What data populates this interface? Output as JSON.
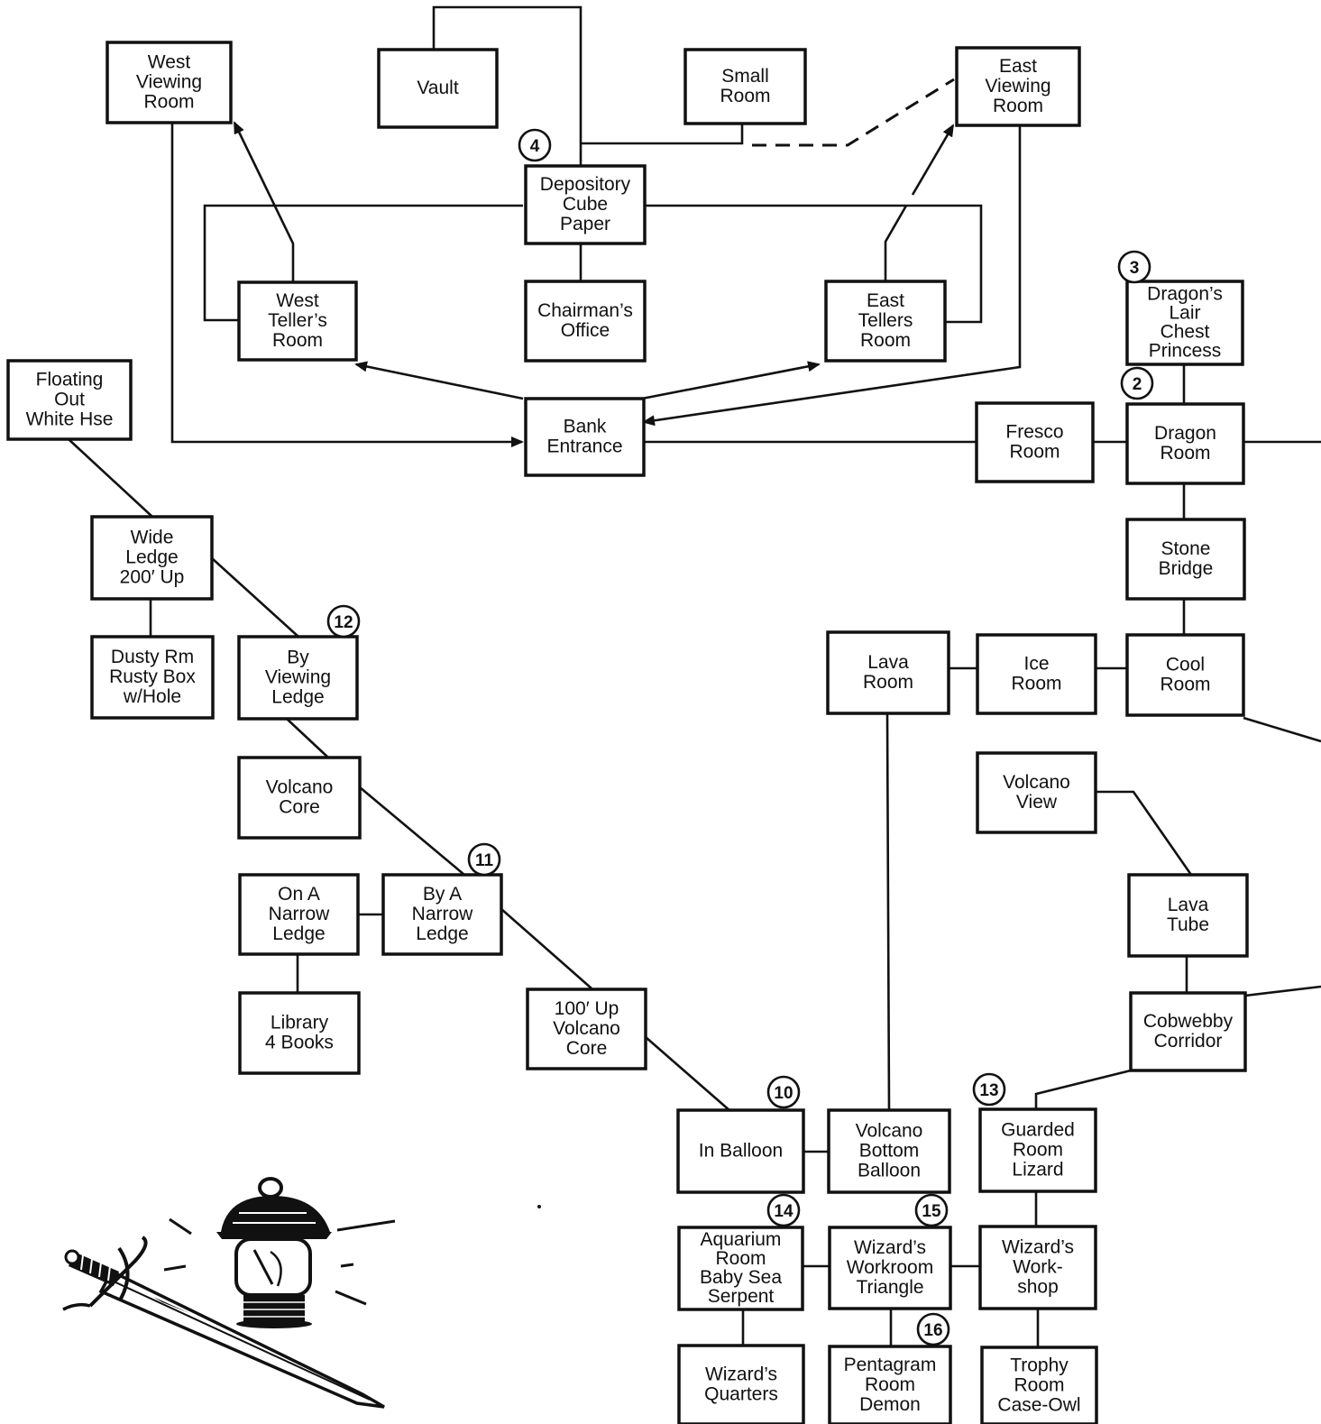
{
  "rooms": {
    "west_viewing": [
      "West",
      "Viewing",
      "Room"
    ],
    "vault": [
      "Vault"
    ],
    "small_room": [
      "Small",
      "Room"
    ],
    "east_viewing": [
      "East",
      "Viewing",
      "Room"
    ],
    "depository": [
      "Depository",
      "Cube",
      "Paper"
    ],
    "west_teller": [
      "West",
      "Teller’s",
      "Room"
    ],
    "chairman": [
      "Chairman’s",
      "Office"
    ],
    "east_tellers": [
      "East",
      "Tellers",
      "Room"
    ],
    "dragons_lair": [
      "Dragon’s",
      "Lair",
      "Chest",
      "Princess"
    ],
    "floating_out": [
      "Floating",
      "Out",
      "White Hse"
    ],
    "bank_entrance": [
      "Bank",
      "Entrance"
    ],
    "fresco": [
      "Fresco",
      "Room"
    ],
    "dragon_room": [
      "Dragon",
      "Room"
    ],
    "wide_ledge": [
      "Wide",
      "Ledge",
      "200′ Up"
    ],
    "stone_bridge": [
      "Stone",
      "Bridge"
    ],
    "dusty_rm": [
      "Dusty Rm",
      "Rusty Box",
      "w/Hole"
    ],
    "by_viewing_ledge": [
      "By",
      "Viewing",
      "Ledge"
    ],
    "lava_room": [
      "Lava",
      "Room"
    ],
    "ice_room": [
      "Ice",
      "Room"
    ],
    "cool_room": [
      "Cool",
      "Room"
    ],
    "volcano_core": [
      "Volcano",
      "Core"
    ],
    "volcano_view": [
      "Volcano",
      "View"
    ],
    "on_narrow_ledge": [
      "On A",
      "Narrow",
      "Ledge"
    ],
    "by_narrow_ledge": [
      "By A",
      "Narrow",
      "Ledge"
    ],
    "lava_tube": [
      "Lava",
      "Tube"
    ],
    "library": [
      "Library",
      "4 Books"
    ],
    "up_100": [
      "100′ Up",
      "Volcano",
      "Core"
    ],
    "cobwebby": [
      "Cobwebby",
      "Corridor"
    ],
    "in_balloon": [
      "In Balloon"
    ],
    "volcano_bottom": [
      "Volcano",
      "Bottom",
      "Balloon"
    ],
    "guarded_room": [
      "Guarded",
      "Room",
      "Lizard"
    ],
    "aquarium": [
      "Aquarium",
      "Room",
      "Baby Sea",
      "Serpent"
    ],
    "workroom": [
      "Wizard’s",
      "Workroom",
      "Triangle"
    ],
    "workshop": [
      "Wizard’s",
      "Work-",
      "shop"
    ],
    "quarters": [
      "Wizard’s",
      "Quarters"
    ],
    "pentagram": [
      "Pentagram",
      "Room",
      "Demon"
    ],
    "trophy": [
      "Trophy",
      "Room",
      "Case-Owl"
    ]
  },
  "markers": {
    "m2": "2",
    "m3": "3",
    "m4": "4",
    "m10": "10",
    "m11": "11",
    "m12": "12",
    "m13": "13",
    "m14": "14",
    "m15": "15",
    "m16": "16"
  },
  "illustration": {
    "icons": [
      "lantern-icon",
      "sword-icon"
    ]
  }
}
